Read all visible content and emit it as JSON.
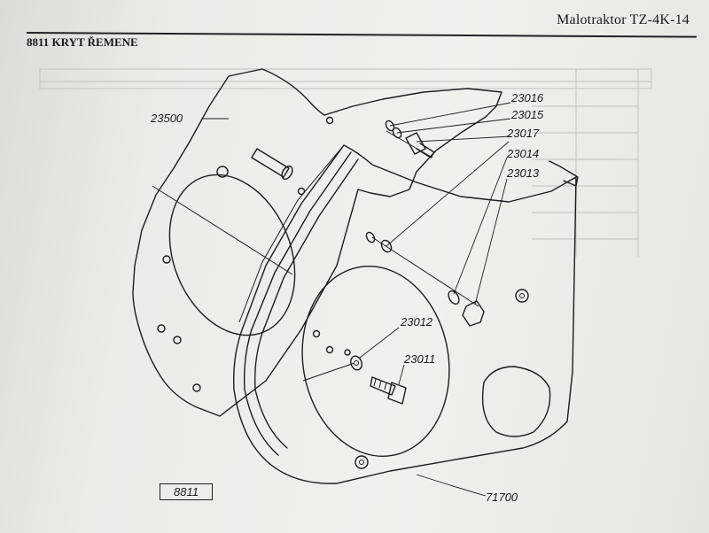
{
  "header": {
    "title": "Malotraktor TZ-4K-14",
    "section": "8811 KRYT ŘEMENE"
  },
  "figure": {
    "number": "8811"
  },
  "part_labels": {
    "p23500": "23500",
    "p23016": "23016",
    "p23015": "23015",
    "p23017": "23017",
    "p23014": "23014",
    "p23013": "23013",
    "p23012": "23012",
    "p23011": "23011",
    "p71700": "71700"
  }
}
